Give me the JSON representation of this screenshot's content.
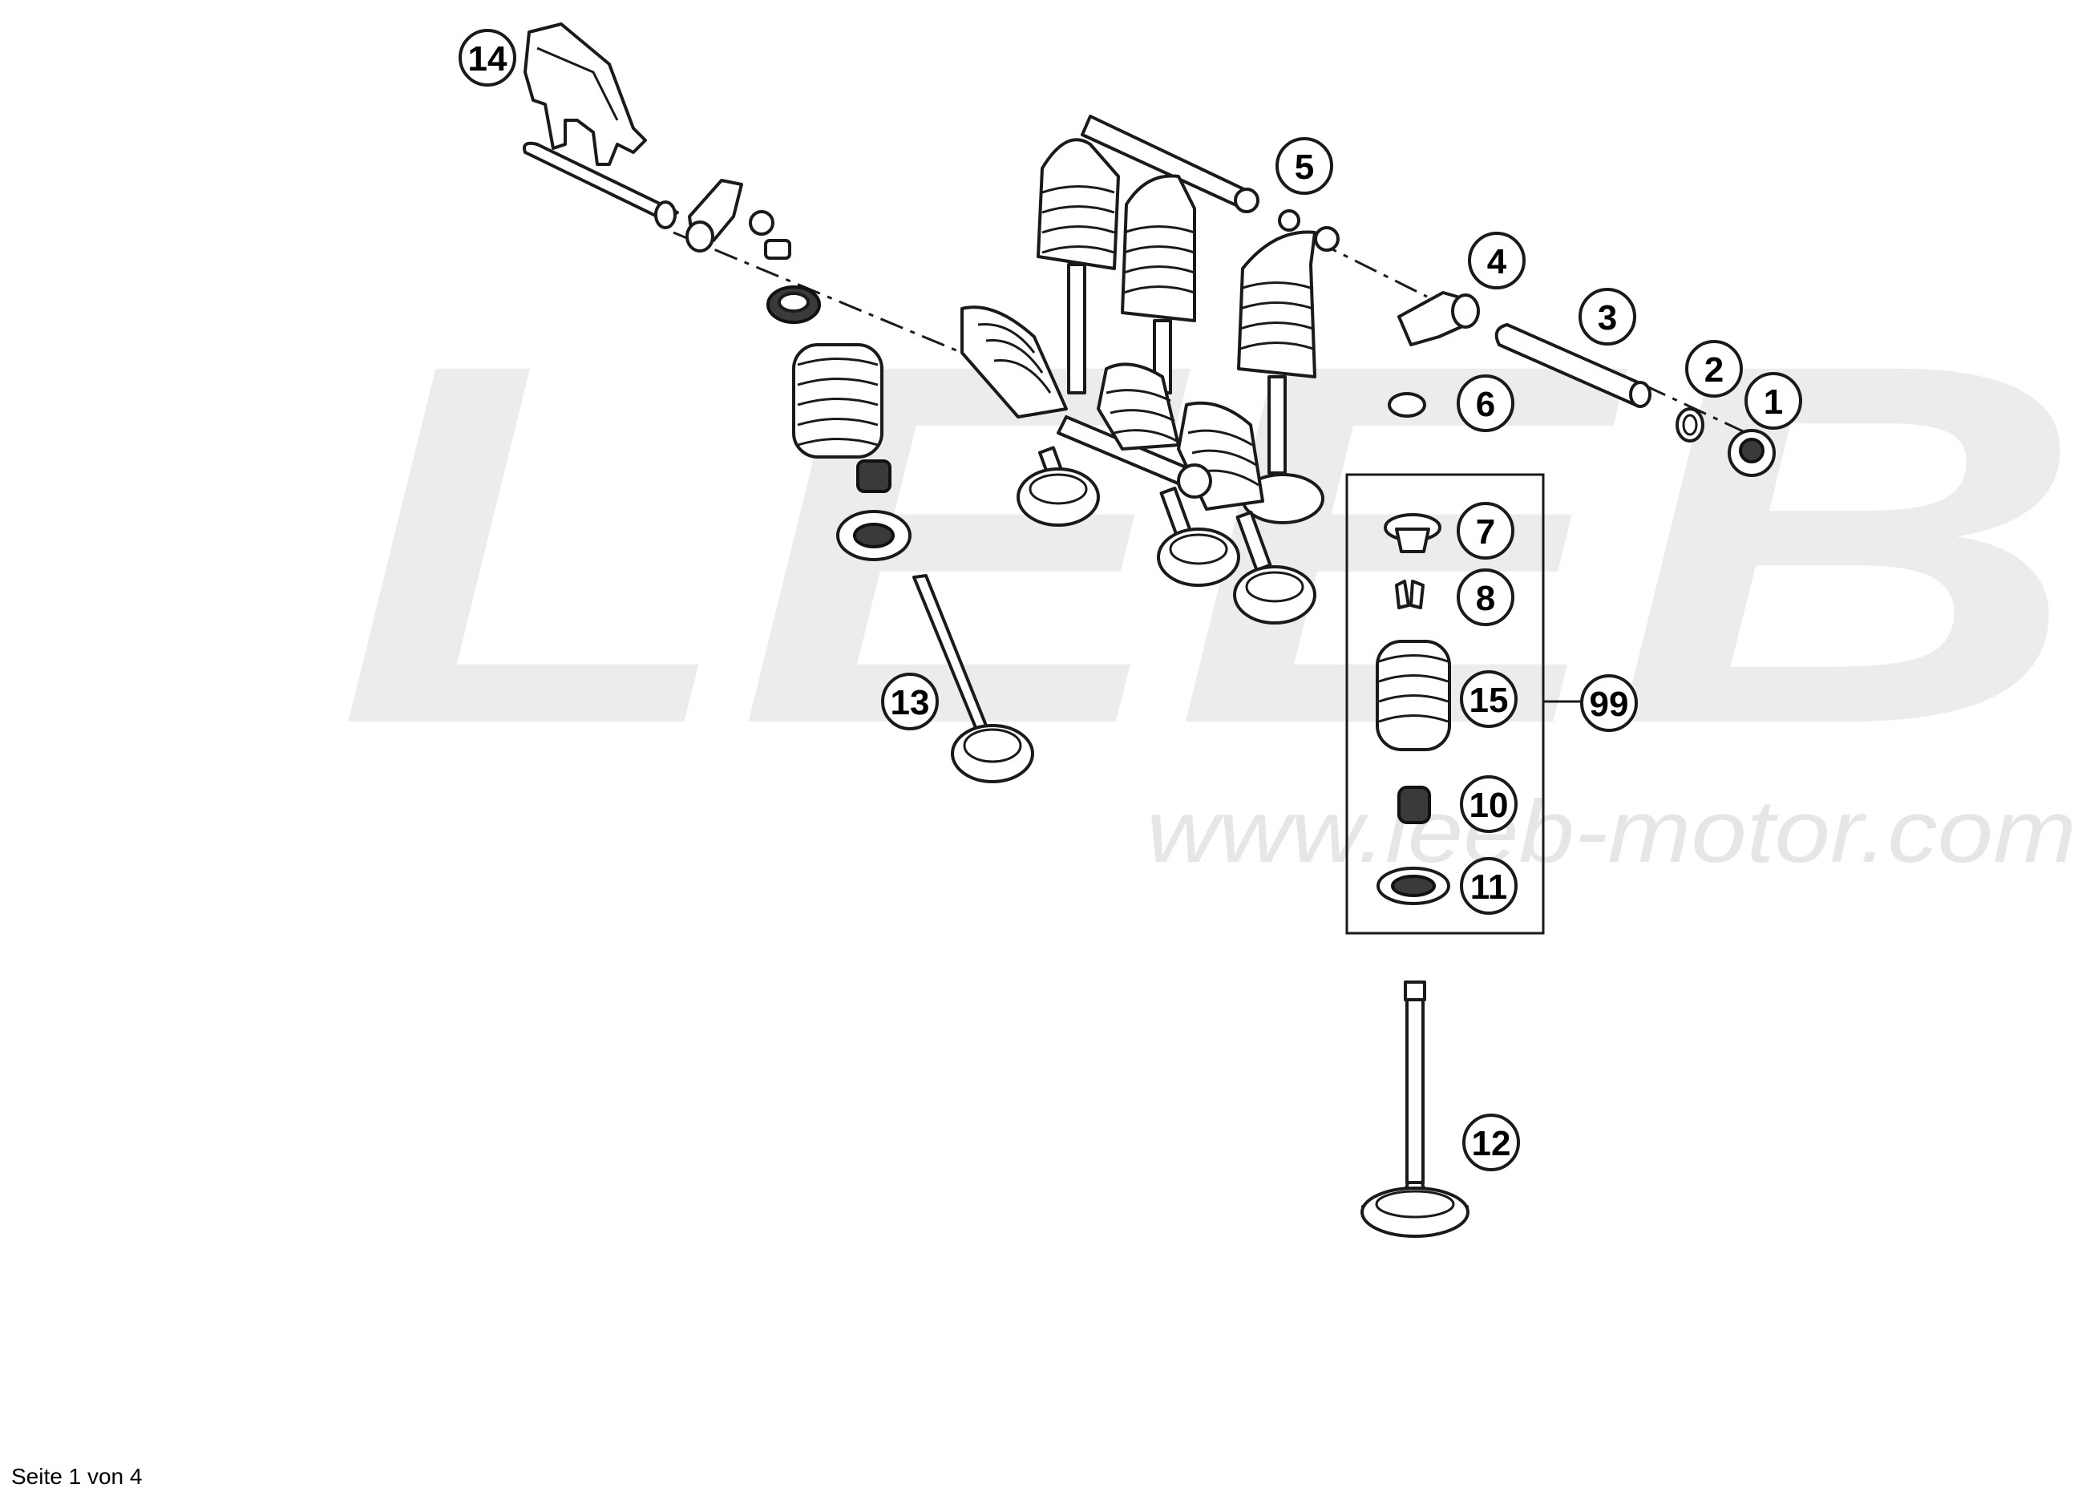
{
  "watermark": {
    "brand": "LEEB",
    "url": "www.leeb-motor.com",
    "color": "#ececec"
  },
  "callouts": [
    "14",
    "5",
    "4",
    "3",
    "2",
    "1",
    "6",
    "7",
    "8",
    "15",
    "99",
    "10",
    "11",
    "13",
    "12"
  ],
  "footer": {
    "page_label": "Seite 1 von 4"
  },
  "colors": {
    "ink": "#1a1a1a",
    "background": "#ffffff"
  }
}
